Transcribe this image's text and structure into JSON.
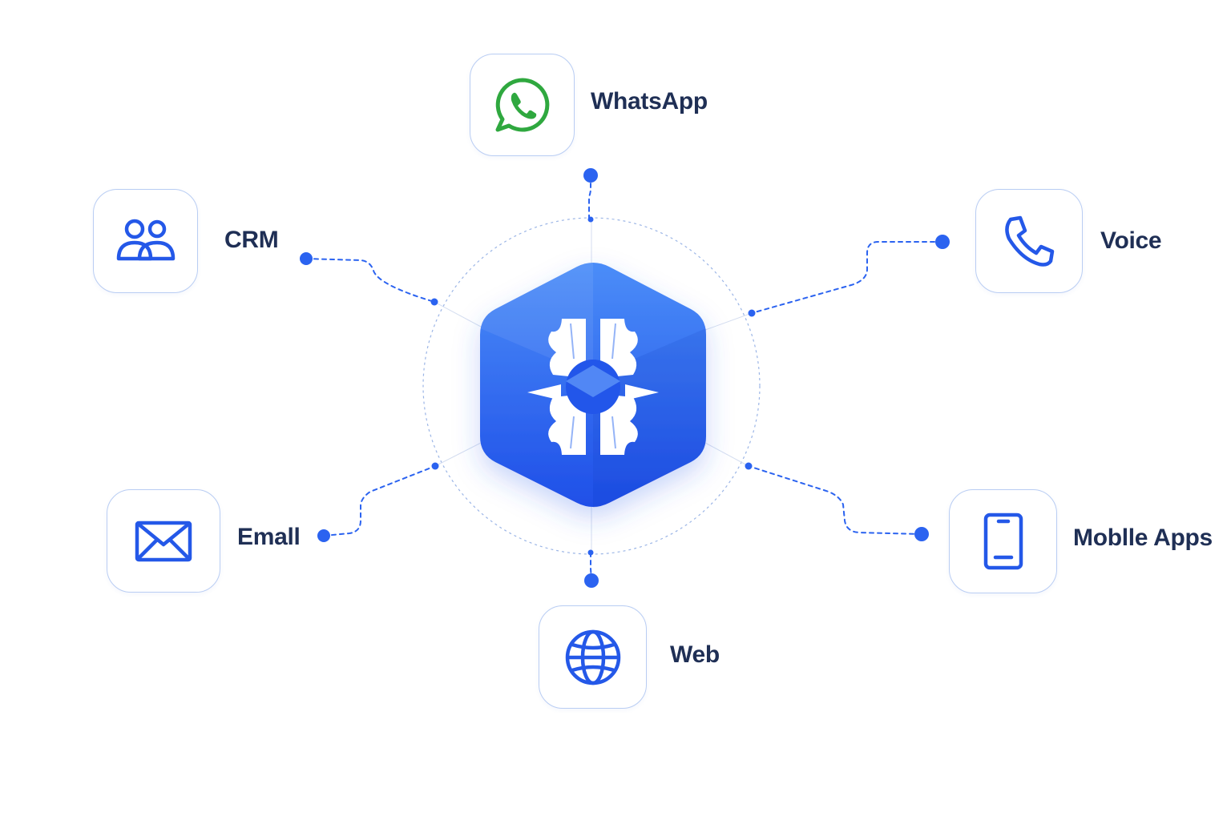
{
  "hub": {
    "icon": "hub-logo-icon",
    "color": "#2b63f0"
  },
  "colors": {
    "accent": "#2b63f0",
    "whatsapp": "#2fa83f",
    "label": "#1f2f55"
  },
  "channels": {
    "whatsapp": {
      "label": "WhatsApp",
      "icon": "whatsapp-icon"
    },
    "crm": {
      "label": "CRM",
      "icon": "users-icon"
    },
    "voice": {
      "label": "Voice",
      "icon": "phone-icon"
    },
    "email": {
      "label": "Emall",
      "icon": "envelope-icon"
    },
    "mobile": {
      "label": "Moblle Apps",
      "icon": "smartphone-icon"
    },
    "web": {
      "label": "Web",
      "icon": "globe-icon"
    }
  }
}
